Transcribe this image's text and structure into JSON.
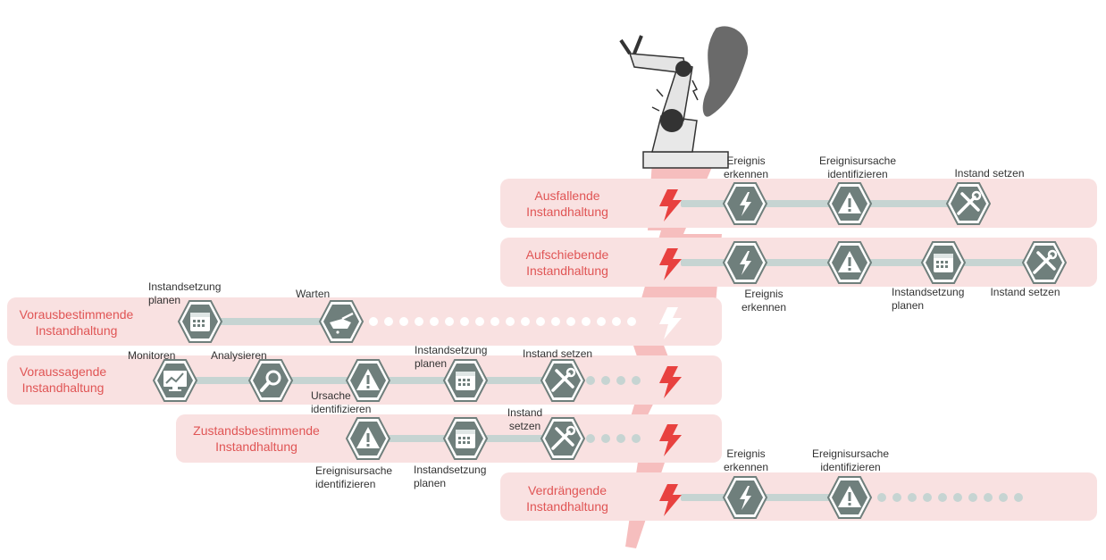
{
  "colors": {
    "band": "#f9e1e1",
    "title": "#e05555",
    "node_fill": "#6f7f7c",
    "line": "#c6d4d2",
    "bolt": "#e8413f",
    "lightning": "#f3a8a8"
  },
  "rows": {
    "ausfallende": {
      "title": "Ausfallende\nInstandhaltung",
      "steps": [
        {
          "label": "Ereignis\nerkennen",
          "icon": "lightning-icon"
        },
        {
          "label": "Ereignisursache\nidentifizieren",
          "icon": "warning-icon"
        },
        {
          "label": "Instand setzen",
          "icon": "tools-icon"
        }
      ]
    },
    "aufschiebende": {
      "title": "Aufschiebende\nInstandhaltung",
      "steps": [
        {
          "label": "Ereignis\nerkennen",
          "icon": "lightning-icon"
        },
        {
          "label": "",
          "icon": "warning-icon"
        },
        {
          "label": "Instandsetzung\nplanen",
          "icon": "calendar-icon"
        },
        {
          "label": "Instand setzen",
          "icon": "tools-icon"
        }
      ]
    },
    "vorausbestimmende": {
      "title": "Vorausbestimmende\nInstandhaltung",
      "steps": [
        {
          "label": "Instandsetzung\nplanen",
          "icon": "calendar-icon"
        },
        {
          "label": "Warten",
          "icon": "oil-can-icon"
        }
      ]
    },
    "voraussagende": {
      "title": "Voraussagende\nInstandhaltung",
      "steps": [
        {
          "label": "Monitoren",
          "icon": "monitor-icon"
        },
        {
          "label": "Analysieren",
          "icon": "magnifier-icon"
        },
        {
          "label": "Ursache\nidentifizieren",
          "icon": "warning-icon"
        },
        {
          "label": "Instandsetzung\nplanen",
          "icon": "calendar-icon"
        },
        {
          "label": "Instand setzen",
          "icon": "tools-icon"
        }
      ]
    },
    "zustandsbestimmende": {
      "title": "Zustandsbestimmende\nInstandhaltung",
      "steps": [
        {
          "label": "Ereignisursache\nidentifizieren",
          "icon": "warning-icon"
        },
        {
          "label": "Instandsetzung\nplanen",
          "icon": "calendar-icon"
        },
        {
          "label": "Instand\nsetzen",
          "icon": "tools-icon"
        }
      ]
    },
    "verdraengende": {
      "title": "Verdrängende\nInstandhaltung",
      "steps": [
        {
          "label": "Ereignis\nerkennen",
          "icon": "lightning-icon"
        },
        {
          "label": "Ereignisursache\nidentifizieren",
          "icon": "warning-icon"
        }
      ]
    }
  }
}
